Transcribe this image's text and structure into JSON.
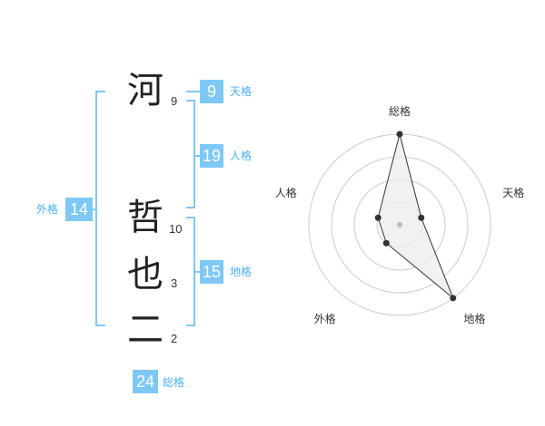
{
  "name": {
    "chars": [
      {
        "char": "河",
        "strokes": "9"
      },
      {
        "char": "哲",
        "strokes": "10"
      },
      {
        "char": "也",
        "strokes": "3"
      },
      {
        "char": "二",
        "strokes": "2"
      }
    ]
  },
  "fortune": {
    "tenkaku": {
      "value": "9",
      "label": "天格"
    },
    "jinkaku": {
      "value": "19",
      "label": "人格"
    },
    "chikaku": {
      "value": "15",
      "label": "地格"
    },
    "gaikaku": {
      "value": "14",
      "label": "外格"
    },
    "soukaku": {
      "value": "24",
      "label": "総格"
    }
  },
  "chart_data": {
    "type": "radar",
    "categories": [
      "総格",
      "天格",
      "地格",
      "外格",
      "人格"
    ],
    "values": [
      4,
      1,
      4,
      1,
      1
    ],
    "range": [
      0,
      4
    ],
    "rings": 4,
    "colors": {
      "fill": "#eeeeee",
      "stroke": "#333333",
      "grid": "#cccccc",
      "point": "#333333"
    }
  },
  "colors": {
    "accent": "#7ec8f5",
    "accent_text": "#4ab2ee"
  }
}
